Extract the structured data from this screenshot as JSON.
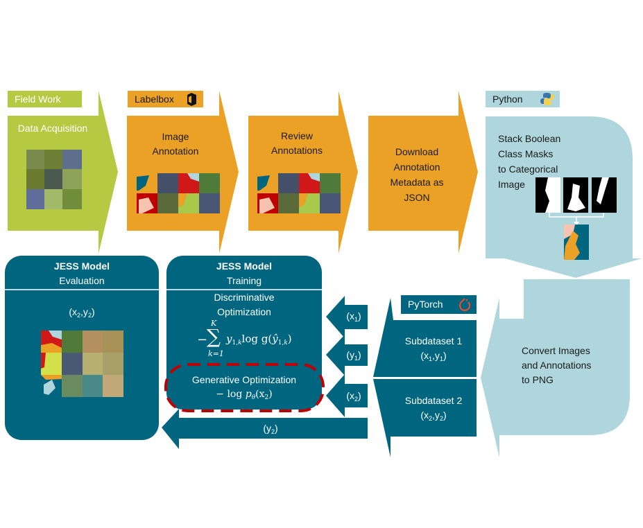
{
  "colors": {
    "green": "#b5c942",
    "orange": "#eaa125",
    "light_blue": "#aed6dc",
    "teal": "#006680",
    "red_dashed": "#c00000",
    "pytorch_red": "#ee4c2c"
  },
  "stages": {
    "field_work": {
      "tag": "Field Work",
      "title": "Data Acquisition",
      "icon": "photo-grid"
    },
    "labelbox": {
      "tag": "Labelbox",
      "icon": "labelbox-logo-icon"
    },
    "image_annotation": {
      "title_l1": "Image",
      "title_l2": "Annotation"
    },
    "review": {
      "title_l1": "Review",
      "title_l2": "Annotations"
    },
    "download": {
      "l1": "Download",
      "l2": "Annotation",
      "l3": "Metadata as",
      "l4": "JSON"
    },
    "python": {
      "tag": "Python",
      "icon": "python-logo-icon",
      "l1": "Stack Boolean",
      "l2": "Class Masks",
      "l3": "to Categorical",
      "l4": "Image"
    },
    "convert": {
      "l1": "Convert Images",
      "l2": "and Annotations",
      "l3": "to PNG"
    },
    "pytorch": {
      "tag": "PyTorch",
      "icon": "pytorch-logo-icon"
    },
    "subdataset1": {
      "title": "Subdataset 1",
      "pair": "(x1,y1)"
    },
    "subdataset2": {
      "title": "Subdataset 2",
      "pair": "(x2,y2)"
    }
  },
  "model_training": {
    "title": "JESS Model",
    "subtitle": "Training",
    "disc_l1": "Discriminative",
    "disc_l2": "Optimization",
    "disc_formula": "−∑ y₁,ₖ log g(ŷ₁,ₖ)",
    "sum_upper": "K",
    "sum_lower": "k=1",
    "gen_title": "Generative Optimization",
    "gen_formula": "− log p_θ(x₂)"
  },
  "model_evaluation": {
    "title": "JESS Model",
    "subtitle": "Evaluation",
    "pair": "(x2,y2)"
  },
  "arrows": {
    "x1": "(x1)",
    "y1": "(y1)",
    "x2": "(x2)",
    "y2": "(y2)"
  }
}
